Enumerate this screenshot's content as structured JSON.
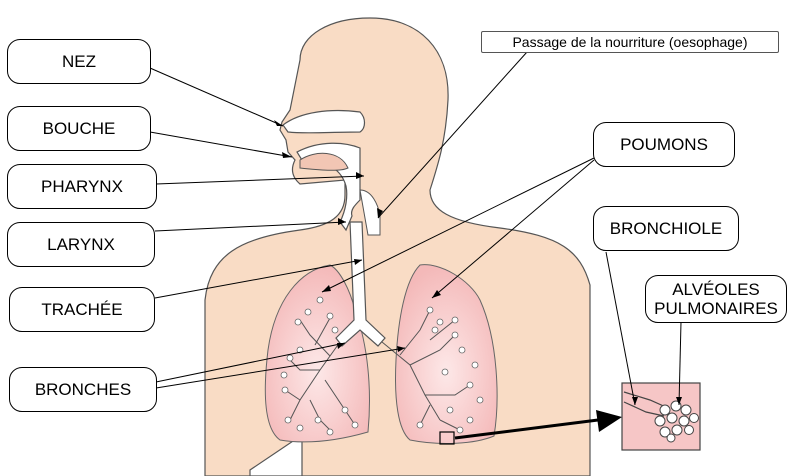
{
  "labels": {
    "nez": "NEZ",
    "bouche": "BOUCHE",
    "pharynx": "PHARYNX",
    "larynx": "LARYNX",
    "trachee": "TRACHÉE",
    "bronches": "BRONCHES",
    "oesophage": "Passage de la nourriture (oesophage)",
    "poumons": "POUMONS",
    "bronchiole": "BRONCHIOLE",
    "alveoles_line1": "ALVÉOLES",
    "alveoles_line2": "PULMONAIRES"
  },
  "colors": {
    "skin": "#f9dcc5",
    "lung": "#f6c6c6",
    "lung_inner": "#fbe1e1",
    "airway": "#ffffff",
    "outline": "#555555",
    "leader": "#000000"
  }
}
